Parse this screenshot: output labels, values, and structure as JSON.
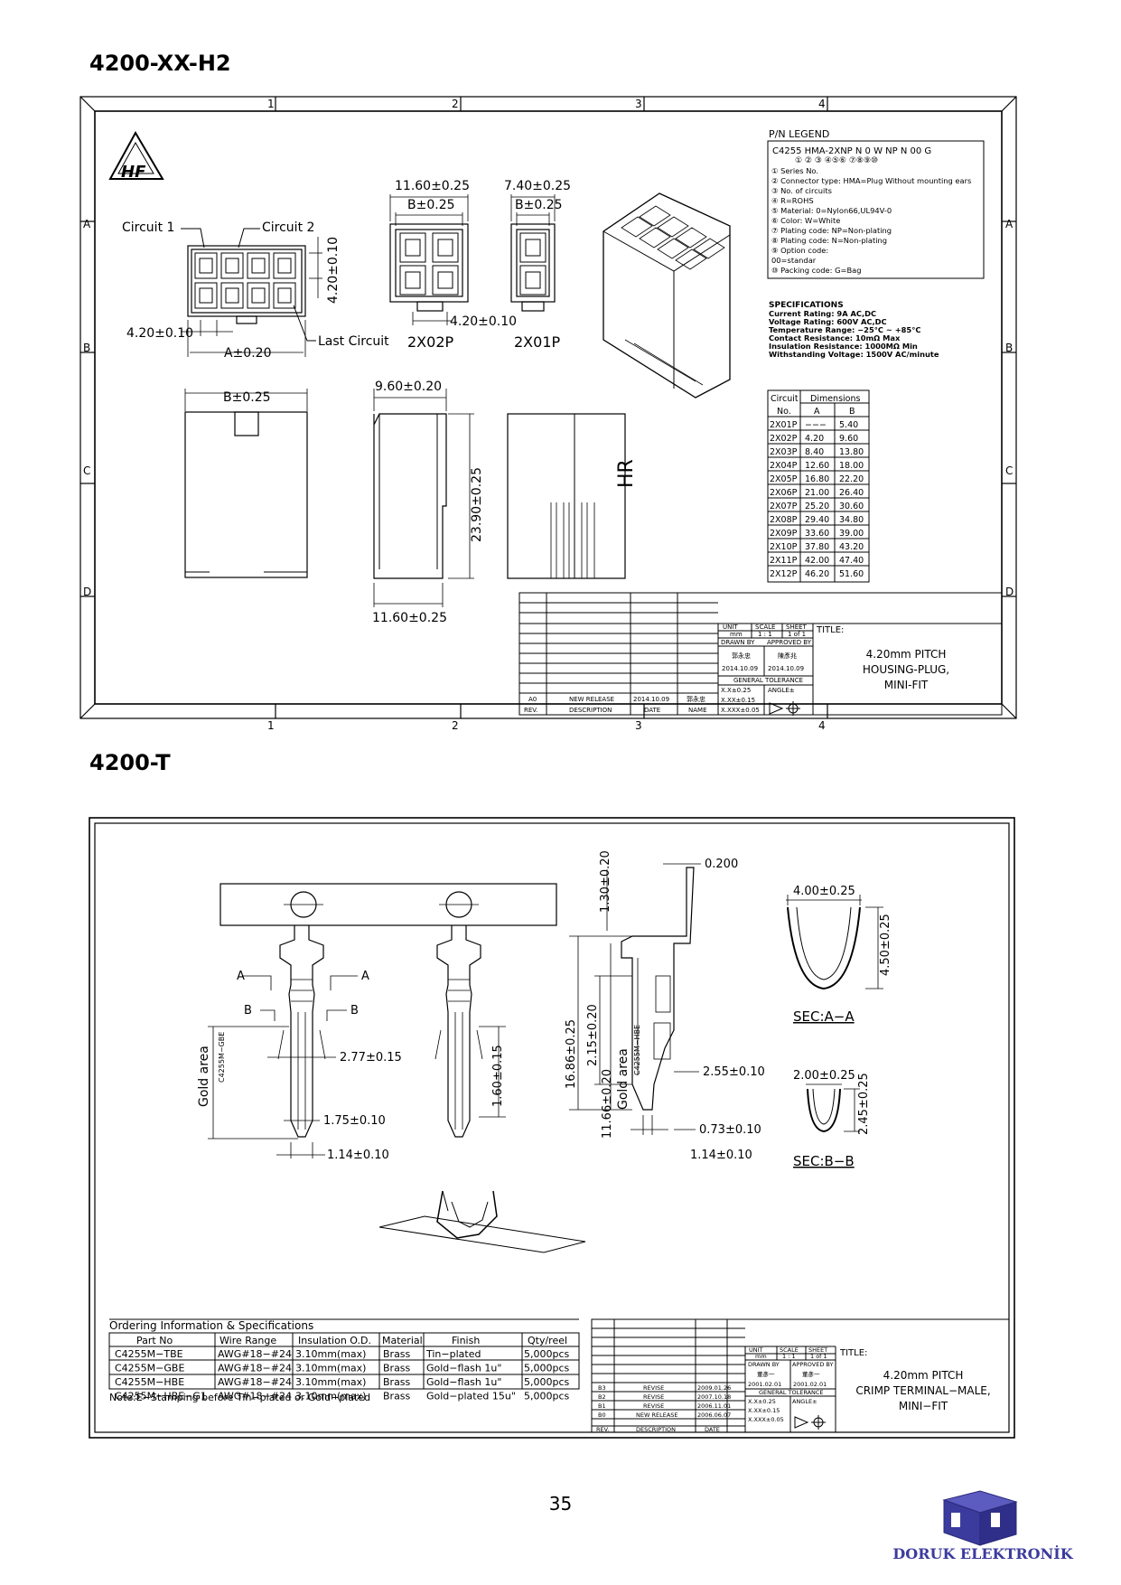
{
  "headings": {
    "housing": "4200-XX-H2",
    "terminal": "4200-T"
  },
  "drawing1": {
    "zones_top": [
      "1",
      "2",
      "3",
      "4"
    ],
    "zones_side": [
      "A",
      "B",
      "C",
      "D"
    ],
    "dims": {
      "top_b": "11.60±0.25",
      "b_025": "B±0.25",
      "top_c": "7.40±0.25",
      "b_025b": "B±0.25",
      "circuit1": "Circuit 1",
      "circuit2": "Circuit 2",
      "pitch_v": "4.20±0.10",
      "pitch_h": "4.20±0.10",
      "a020": "A±0.20",
      "last_circuit": "Last Circuit",
      "pitch_2x02": "4.20±0.10",
      "label_2x02p": "2X02P",
      "label_2x01p": "2X01P",
      "b025_side": "B±0.25",
      "w960": "9.60±0.20",
      "h2390": "23.90±0.25",
      "w1160": "11.60±0.25",
      "hr": "HR"
    },
    "legend": {
      "title": "P/N LEGEND",
      "code": "C4255 HMA-2XNP N 0 W NP N 00 G",
      "digits": "① ② ③ ④⑤⑥ ⑦⑧⑨⑩",
      "items": [
        "① Series No.",
        "② Connector type: HMA=Plug Without mounting ears",
        "③ No. of circuits",
        "④ R=ROHS",
        "⑤ Material: 0=Nylon66,UL94V-0",
        "⑥ Color: W=White",
        "⑦ Plating code: NP=Non-plating",
        "⑧ Plating code: N=Non-plating",
        "⑨ Option code:",
        "   00=standar",
        "⑩ Packing code: G=Bag"
      ]
    },
    "specs": {
      "title": "SPECIFICATIONS",
      "lines": [
        "Current Rating: 9A AC,DC",
        "Voltage Rating: 600V AC,DC",
        "Temperature Range: −25°C ~ +85°C",
        "Contact Resistance: 10mΩ Max",
        "Insulation Resistance: 1000MΩ Min",
        "Withstanding Voltage: 1500V AC/minute"
      ]
    },
    "dim_table": {
      "h_circuit": "Circuit",
      "h_no": "No.",
      "h_dimensions": "Dimensions",
      "h_a": "A",
      "h_b": "B",
      "rows": [
        [
          "2X01P",
          "−−−",
          "5.40"
        ],
        [
          "2X02P",
          "4.20",
          "9.60"
        ],
        [
          "2X03P",
          "8.40",
          "13.80"
        ],
        [
          "2X04P",
          "12.60",
          "18.00"
        ],
        [
          "2X05P",
          "16.80",
          "22.20"
        ],
        [
          "2X06P",
          "21.00",
          "26.40"
        ],
        [
          "2X07P",
          "25.20",
          "30.60"
        ],
        [
          "2X08P",
          "29.40",
          "34.80"
        ],
        [
          "2X09P",
          "33.60",
          "39.00"
        ],
        [
          "2X10P",
          "37.80",
          "43.20"
        ],
        [
          "2X11P",
          "42.00",
          "47.40"
        ],
        [
          "2X12P",
          "46.20",
          "51.60"
        ]
      ]
    },
    "title_block": {
      "unit_h": "UNIT",
      "unit_v": "mm",
      "scale_h": "SCALE",
      "scale_v": "1 : 1",
      "sheet_h": "SHEET",
      "sheet_v": "1 of 1",
      "title_label": "TITLE:",
      "title_lines": [
        "4.20mm PITCH",
        "HOUSING-PLUG,",
        "MINI-FIT"
      ],
      "drawn_by": "DRAWN BY",
      "drawn_name": "郭永忠",
      "drawn_date": "2014.10.09",
      "approved_by": "APPROVED BY",
      "approved_name": "陳彥兆",
      "approved_date": "2014.10.09",
      "general_tol": "GENERAL TOLERANCE",
      "tol1": "X.X±0.25",
      "tol2": "X.XX±0.15",
      "tol3": "X.XXX±0.05",
      "angle": "ANGLE±",
      "rev_row": [
        "A0",
        "NEW RELEASE",
        "2014.10.09",
        "郭永忠"
      ],
      "rev_header": [
        "REV.",
        "DESCRIPTION",
        "DATE",
        "NAME"
      ]
    }
  },
  "drawing2": {
    "dims": {
      "a_left": "A",
      "a_right": "A",
      "b_left": "B",
      "b_right": "B",
      "w277": "2.77±0.15",
      "w175": "1.75±0.10",
      "w114a": "1.14±0.10",
      "gold_area": "Gold area",
      "gold_code1": "C4255M−GBE",
      "h160": "1.60±0.15",
      "h130": "1.30±0.20",
      "t0200": "0.200",
      "h1686": "16.86±0.25",
      "h215": "2.15±0.20",
      "h1166": "11.66±0.20",
      "gold_area2": "Gold area",
      "gold_code2": "C4255M−HBE",
      "w255": "2.55±0.10",
      "w073": "0.73±0.10",
      "w114b": "1.14±0.10",
      "sec_aa_w": "4.00±0.25",
      "sec_aa_h": "4.50±0.25",
      "sec_aa": "SEC:A−A",
      "sec_bb_w": "2.00±0.25",
      "sec_bb_h": "2.45±0.25",
      "sec_bb": "SEC:B−B"
    },
    "ordering": {
      "title": "Ordering Information & Specifications",
      "headers": [
        "Part No",
        "Wire Range",
        "Insulation O.D.",
        "Material",
        "Finish",
        "Qty/reel"
      ],
      "rows": [
        [
          "C4255M−TBE",
          "AWG#18−#24",
          "3.10mm(max)",
          "Brass",
          "Tin−plated",
          "5,000pcs"
        ],
        [
          "C4255M−GBE",
          "AWG#18−#24",
          "3.10mm(max)",
          "Brass",
          "Gold−flash 1u\"",
          "5,000pcs"
        ],
        [
          "C4255M−HBE",
          "AWG#18−#24",
          "3.10mm(max)",
          "Brass",
          "Gold−flash 1u\"",
          "5,000pcs"
        ],
        [
          "C4255M−HBE−G1",
          "AWG#18−#24",
          "3.10mm(max)",
          "Brass",
          "Gold−plated 15u\"",
          "5,000pcs"
        ]
      ],
      "note": "Note:E−Stamping before Tin−plated or Gold−plated"
    },
    "title_block": {
      "unit_h": "UNIT",
      "unit_v": "mm",
      "scale_h": "SCALE",
      "scale_v": "1 : 1",
      "sheet_h": "SHEET",
      "sheet_v": "1 of 1",
      "title_label": "TITLE:",
      "title_lines": [
        "4.20mm PITCH",
        "CRIMP TERMINAL−MALE,",
        "MINI−FIT"
      ],
      "drawn_by": "DRAWN BY",
      "drawn_name": "董彥一",
      "drawn_date": "2001.02.01",
      "approved_by": "APPROVED BY",
      "approved_name": "董彥一",
      "approved_date": "2001.02.01",
      "general_tol": "GENERAL TOLERANCE",
      "tol1": "X.X±0.25",
      "tol2": "X.XX±0.15",
      "tol3": "X.XXX±0.05",
      "angle": "ANGLE±",
      "revs": [
        [
          "B3",
          "REVISE",
          "2009.01.26"
        ],
        [
          "B2",
          "REVISE",
          "2007.10.18"
        ],
        [
          "B1",
          "REVISE",
          "2006.11.01"
        ],
        [
          "B0",
          "NEW RELEASE",
          "2006.06.07"
        ]
      ],
      "rev_header": [
        "REV.",
        "DESCRIPTION",
        "DATE"
      ]
    }
  },
  "footer": {
    "page_number": "35",
    "company": "DORUK ELEKTRONİK"
  }
}
